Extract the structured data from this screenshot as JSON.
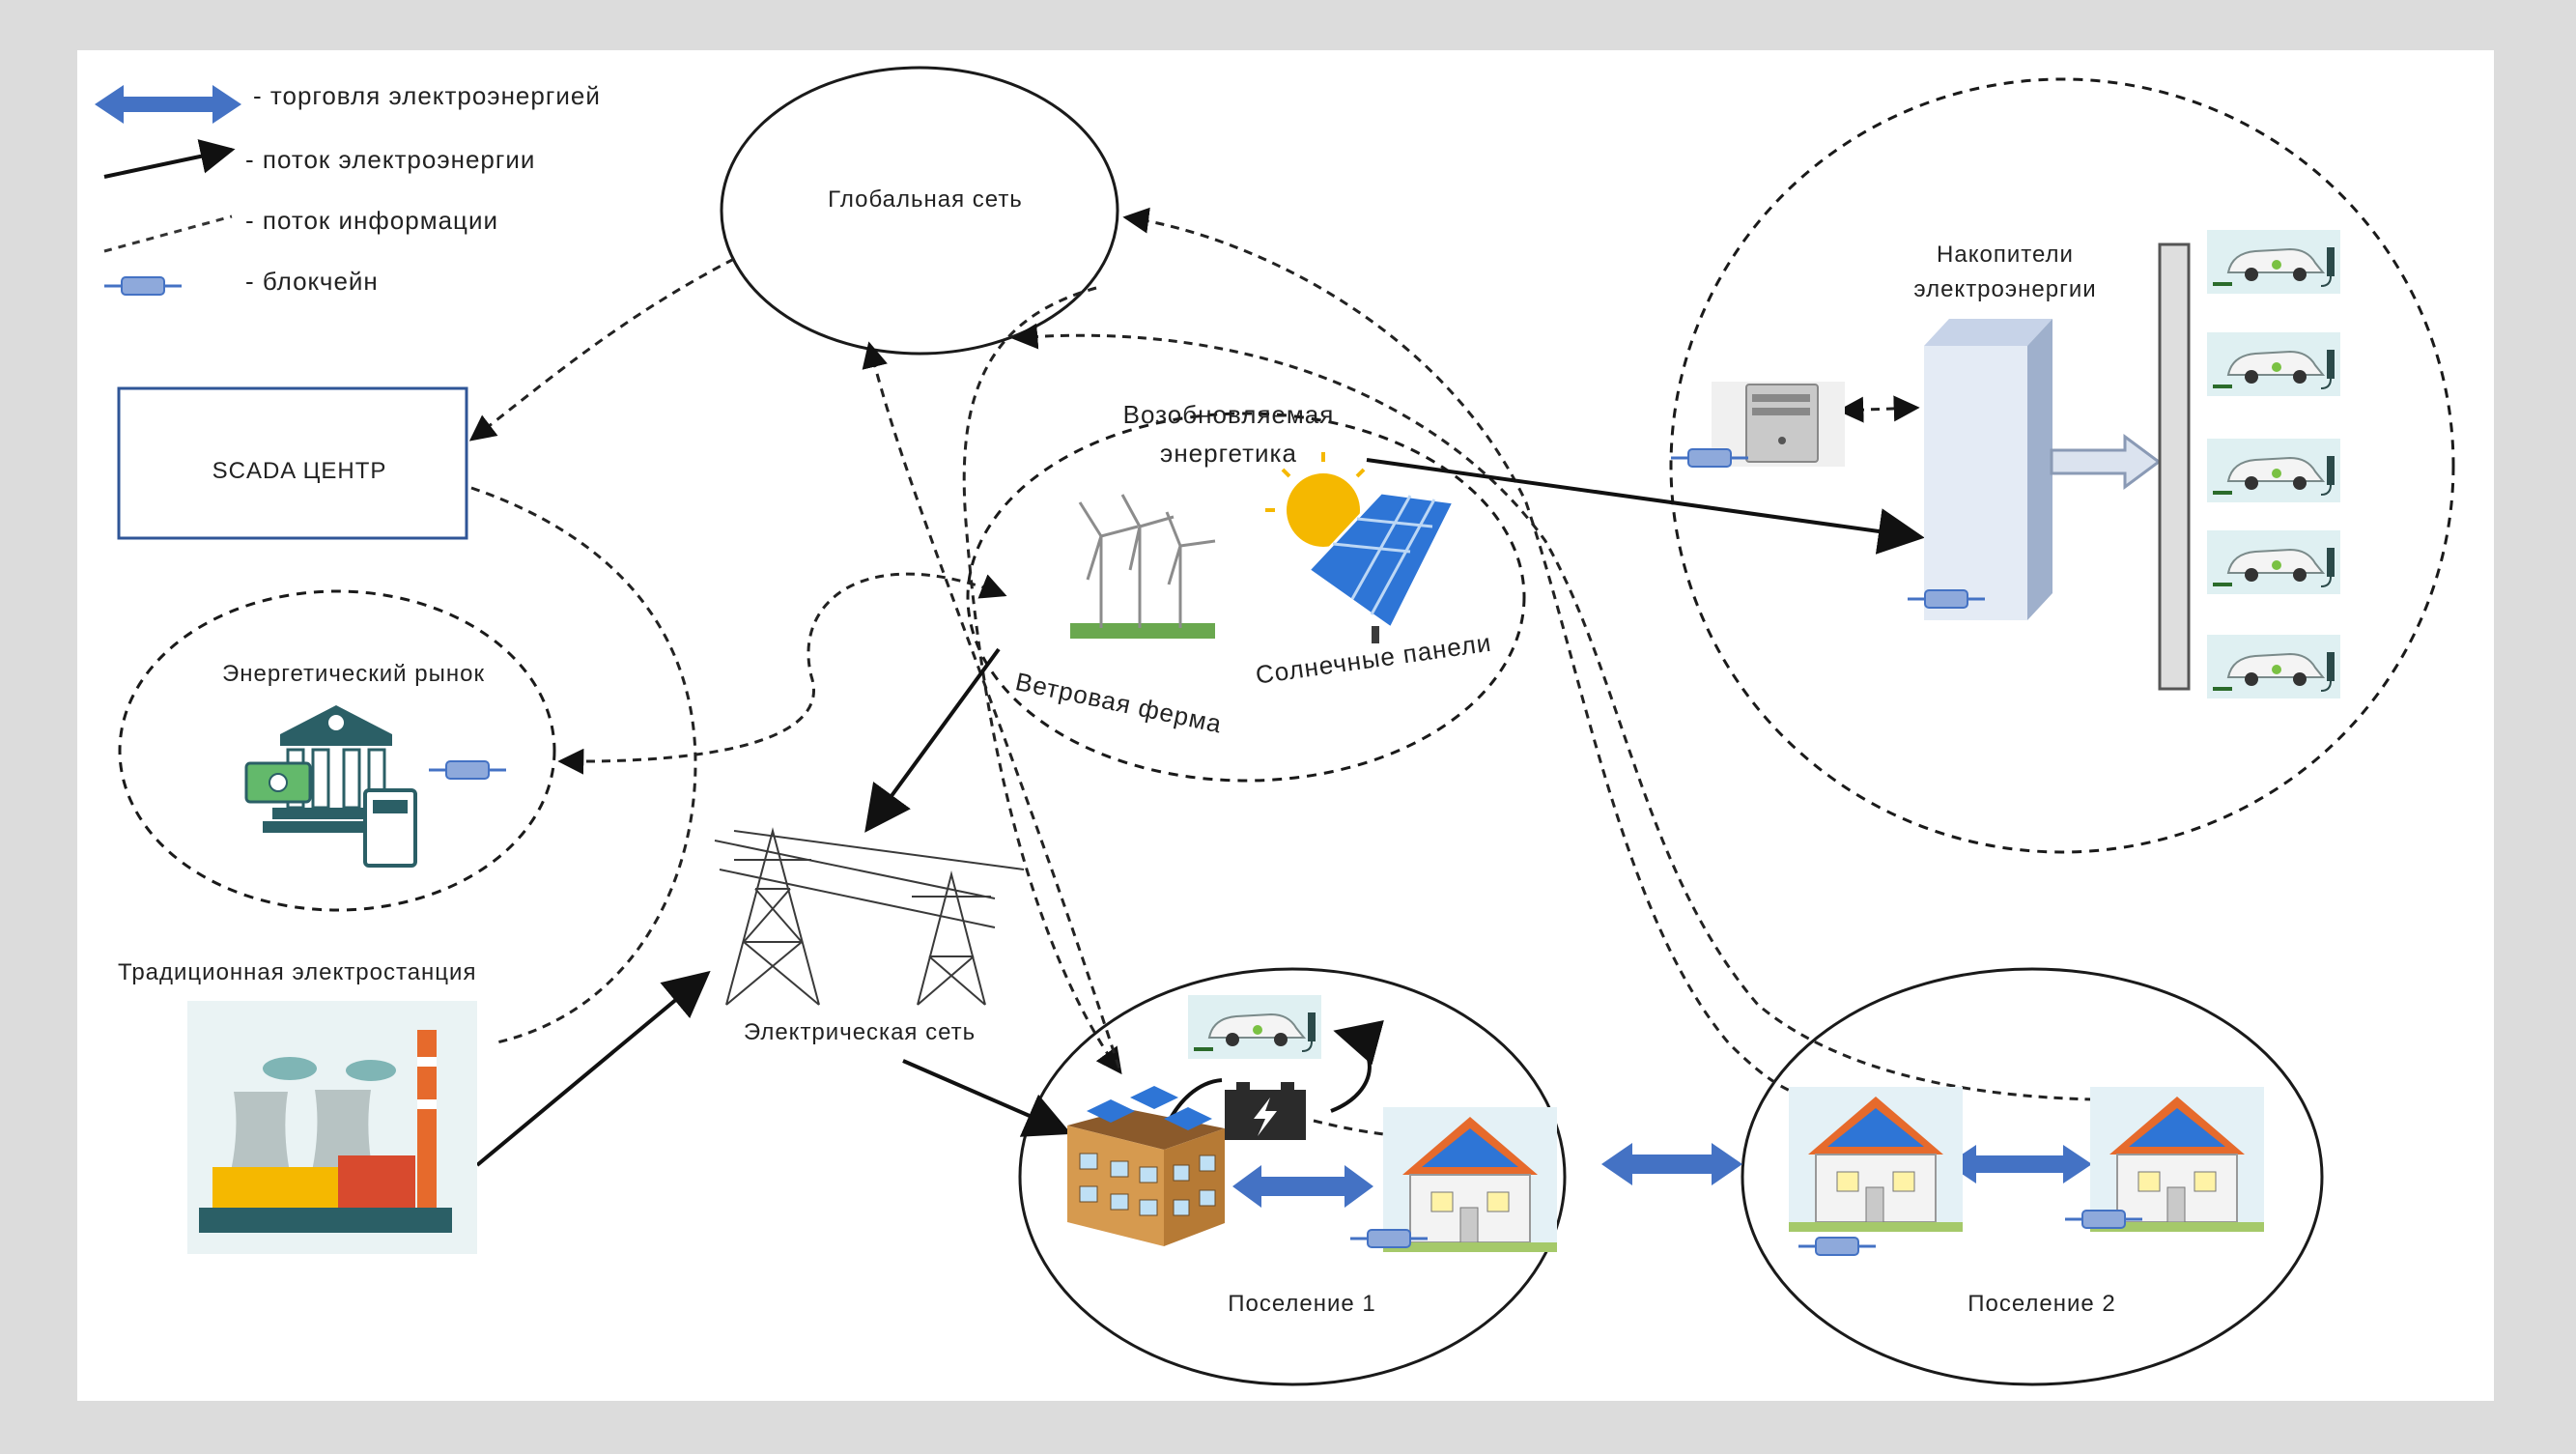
{
  "legend": {
    "trade": "- торговля электроэнергией",
    "power_flow": "- поток электроэнергии",
    "info_flow": "- поток информации",
    "blockchain": "- блокчейн"
  },
  "nodes": {
    "global_network": "Глобальная сеть",
    "scada": "SCADA ЦЕНТР",
    "energy_market": "Энергетический рынок",
    "renewable_line1": "Возобновляемая",
    "renewable_line2": "энергетика",
    "wind_farm": "Ветровая ферма",
    "solar_panels": "Солнечные панели",
    "storage_line1": "Накопители",
    "storage_line2": "электроэнергии",
    "traditional_plant": "Традиционная электростанция",
    "electric_grid": "Электрическая сеть",
    "settlement1": "Поселение 1",
    "settlement2": "Поселение 2"
  },
  "colors": {
    "trade_arrow": "#4472c4",
    "blockchain": "#8ea9db",
    "frame_bg": "#ffffff",
    "page_bg": "#dcdcdc",
    "solar": "#2e75d6",
    "sun": "#f5b800",
    "roof": "#e66a2c"
  }
}
